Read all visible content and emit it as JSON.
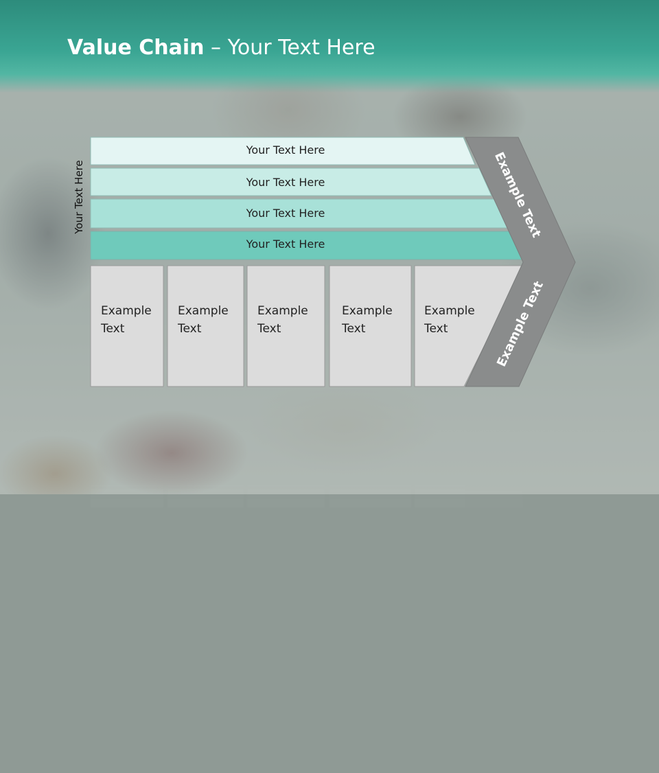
{
  "title": {
    "bold": "Value Chain",
    "rest": " – Your Text Here"
  },
  "vertical_label": "Your Text Here",
  "rows": [
    {
      "label": "Your Text Here",
      "color": "#e4f5f3"
    },
    {
      "label": "Your Text Here",
      "color": "#c8ece6"
    },
    {
      "label": "Your Text Here",
      "color": "#a8e1d8"
    },
    {
      "label": "Your Text Here",
      "color": "#6fcabb"
    }
  ],
  "boxes": [
    {
      "label": "Example\nText"
    },
    {
      "label": "Example\nText"
    },
    {
      "label": "Example\nText"
    },
    {
      "label": "Example\nText"
    },
    {
      "label": "Example\nText"
    }
  ],
  "arrow": {
    "upper_label": "Example Text",
    "lower_label": "Example Text",
    "color": "#8a8c8c"
  },
  "colors": {
    "header": "#3aa593",
    "box_fill": "#dcdcdc",
    "box_stroke": "#9a9a9a"
  }
}
